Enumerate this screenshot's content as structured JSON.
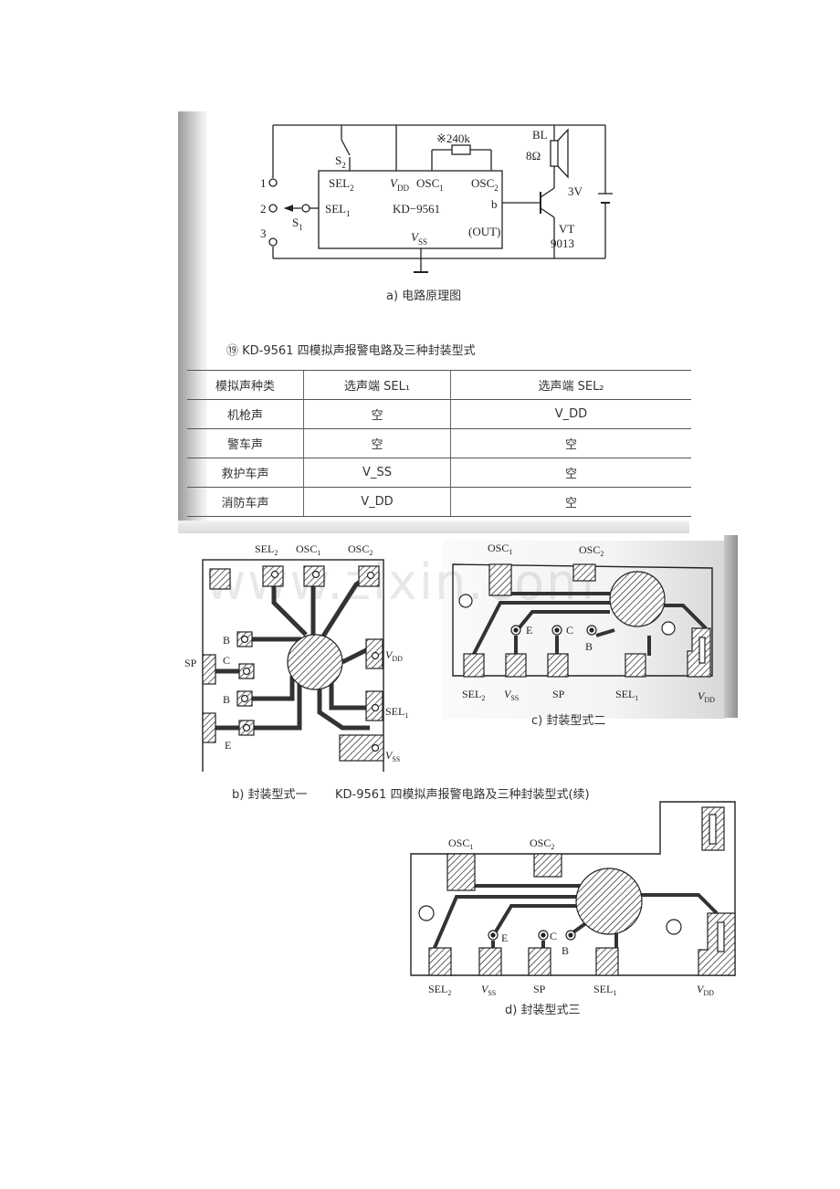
{
  "figure_a": {
    "caption": "a) 电路原理图",
    "chip_label": "KD−9561",
    "pins": {
      "sel2": "SEL",
      "sel2_sub": "2",
      "vdd": "V",
      "vdd_sub": "DD",
      "osc1": "OSC",
      "osc1_sub": "1",
      "osc2": "OSC",
      "osc2_sub": "2",
      "sel1": "SEL",
      "sel1_sub": "1",
      "out_b": "b",
      "out": "(OUT)",
      "vss": "V",
      "vss_sub": "SS"
    },
    "resistor": "※240k",
    "speaker": "BL",
    "speaker_ohm": "8Ω",
    "battery": "3V",
    "transistor": "VT",
    "transistor_model": "9013",
    "switch1": "S",
    "switch1_sub": "1",
    "switch2": "S",
    "switch2_sub": "2",
    "terminals": [
      "1",
      "2",
      "3"
    ]
  },
  "table": {
    "title": "⑲ KD-9561 四模拟声报警电路及三种封装型式",
    "headers": [
      "模拟声种类",
      "选声端 SEL₁",
      "选声端 SEL₂"
    ],
    "rows": [
      [
        "机枪声",
        "空",
        "V_DD"
      ],
      [
        "警车声",
        "空",
        "空"
      ],
      [
        "救护车声",
        "V_SS",
        "空"
      ],
      [
        "消防车声",
        "V_DD",
        "空"
      ]
    ]
  },
  "figure_b": {
    "caption": "b) 封装型式一",
    "labels": {
      "sel2": "SEL",
      "sel2_sub": "2",
      "osc1": "OSC",
      "osc1_sub": "1",
      "osc2": "OSC",
      "osc2_sub": "2",
      "b1": "B",
      "sp": "SP",
      "c": "C",
      "b2": "B",
      "e": "E",
      "vdd": "V",
      "vdd_sub": "DD",
      "sel1": "SEL",
      "sel1_sub": "1",
      "vss": "V",
      "vss_sub": "SS"
    }
  },
  "continued_title": "KD-9561 四模拟声报警电路及三种封装型式(续)",
  "figure_c": {
    "caption": "c) 封装型式二",
    "labels": {
      "osc1": "OSC",
      "osc1_sub": "1",
      "osc2": "OSC",
      "osc2_sub": "2",
      "e": "E",
      "c": "C",
      "b": "B",
      "sel2": "SEL",
      "sel2_sub": "2",
      "vss": "V",
      "vss_sub": "SS",
      "sp": "SP",
      "sel1": "SEL",
      "sel1_sub": "1",
      "vdd": "V",
      "vdd_sub": "DD"
    }
  },
  "figure_d": {
    "caption": "d) 封装型式三",
    "labels": {
      "osc1": "OSC",
      "osc1_sub": "1",
      "osc2": "OSC",
      "osc2_sub": "2",
      "e": "E",
      "c": "C",
      "b": "B",
      "sel2": "SEL",
      "sel2_sub": "2",
      "vss": "V",
      "vss_sub": "SS",
      "sp": "SP",
      "sel1": "SEL",
      "sel1_sub": "1",
      "vdd": "V",
      "vdd_sub": "DD"
    }
  },
  "watermark": "www.zixin.com"
}
